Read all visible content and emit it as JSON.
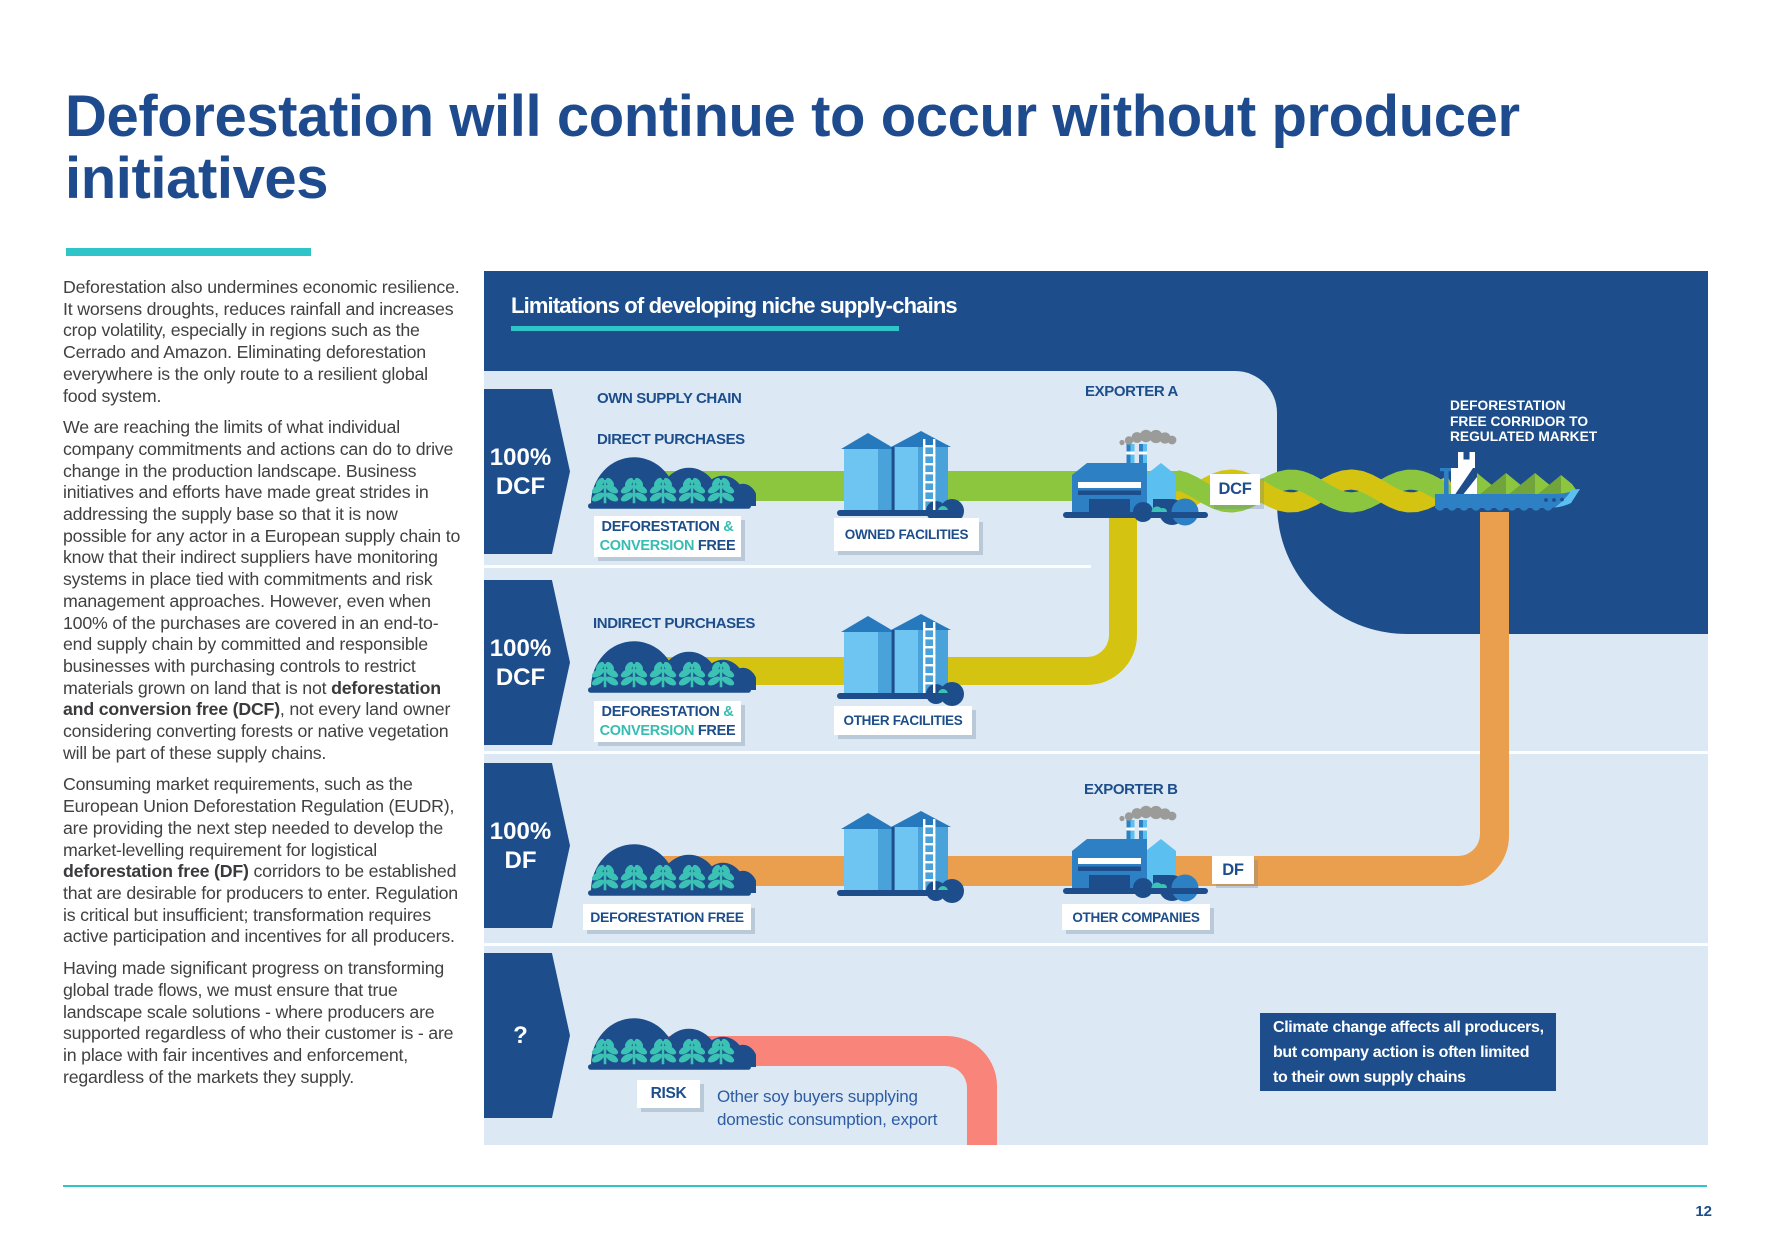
{
  "page": {
    "title": "Deforestation will continue to occur without producer\ninitiatives",
    "page_number": "12",
    "accent_teal": "#2FC5C8",
    "navy": "#1D4E8B",
    "light_blue": "#DCE9F5"
  },
  "body": {
    "paragraphs": [
      [
        {
          "t": "Deforestation also undermines economic resilience. It worsens droughts, reduces rainfall and increases crop volatility, especially in regions such as the Cerrado and Amazon. Eliminating deforestation everywhere is the only route to a resilient global food system."
        }
      ],
      [
        {
          "t": "We are reaching the limits of what individual company commitments and actions can do to drive change in the production landscape. Business initiatives and efforts have made great strides in addressing the supply base so that it is now possible for any actor in a European supply chain to know that their indirect suppliers have monitoring systems in place tied with commitments and risk management approaches. However, even when 100% of the purchases are covered in an end-to-end supply chain by committed and responsible businesses with purchasing controls to restrict materials grown on land that is not "
        },
        {
          "t": "deforestation and conversion free (DCF)",
          "b": true
        },
        {
          "t": ", not every land owner considering converting forests or native vegetation will be part of these supply chains."
        }
      ],
      [
        {
          "t": "Consuming market requirements, such as the European Union Deforestation Regulation (EUDR), are providing the next step needed to develop the market-levelling requirement for logistical "
        },
        {
          "t": "deforestation free (DF)",
          "b": true
        },
        {
          "t": " corridors to be established that are desirable for producers to enter. Regulation is critical but insufficient; transformation requires active participation and incentives for all producers."
        }
      ],
      [
        {
          "t": "Having made significant progress on transforming global trade flows, we must ensure that true landscape scale solutions  - where producers are supported regardless of who their customer is - are in place with fair incentives and enforcement, regardless of the markets they supply."
        }
      ]
    ]
  },
  "diagram": {
    "title": "Limitations of developing niche supply-chains",
    "corridor_label": "DEFORESTATION\nFREE CORRIDOR TO\nREGULATED MARKET",
    "climate_note": "Climate change affects all producers,\nbut company action is often limited\nto their own supply chains",
    "soy_note": "Other soy buyers supplying\ndomestic consumption, export",
    "chevrons": [
      {
        "label": "100%\nDCF"
      },
      {
        "label": "100%\nDCF"
      },
      {
        "label": "100%\nDF"
      },
      {
        "label": "?"
      }
    ],
    "headers": {
      "own_supply_chain": "OWN SUPPLY CHAIN",
      "direct_purchases": "DIRECT PURCHASES",
      "indirect_purchases": "INDIRECT PURCHASES",
      "exporter_a": "EXPORTER A",
      "exporter_b": "EXPORTER B"
    },
    "labels": {
      "dcf_crop_line1": [
        {
          "t": "DEFORESTATION ",
          "c": "navy"
        },
        {
          "t": "&",
          "c": "teal"
        }
      ],
      "dcf_crop_line2": [
        {
          "t": "CONVERSION",
          "c": "teal"
        },
        {
          "t": " FREE",
          "c": "navy"
        }
      ],
      "df_crop": "DEFORESTATION FREE",
      "risk": "RISK",
      "owned_facilities": "OWNED FACILITIES",
      "other_facilities": "OTHER FACILITIES",
      "other_companies": "OTHER COMPANIES",
      "dcf_tag": "DCF",
      "df_tag": "DF"
    },
    "flow_colors": {
      "dcf_direct": "#8CC63F",
      "dcf_indirect": "#D4C411",
      "df": "#E99F4D",
      "risk": "#F9847A"
    }
  }
}
